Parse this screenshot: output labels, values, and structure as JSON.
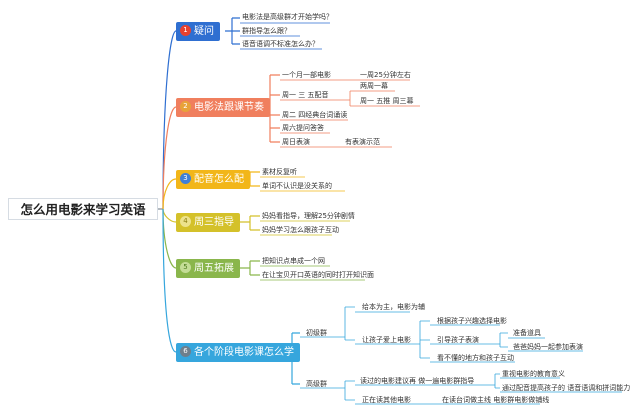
{
  "root": "怎么用电影来学习英语",
  "b1": {
    "num": "1",
    "label": "疑问",
    "color": "#2f6fd1"
  },
  "b2": {
    "num": "2",
    "label": "电影法跟课节奏",
    "color": "#f07f5e"
  },
  "b3": {
    "num": "3",
    "label": "配音怎么配",
    "color": "#f2b619"
  },
  "b4": {
    "num": "4",
    "label": "周三指导",
    "color": "#d4c12a"
  },
  "b5": {
    "num": "5",
    "label": "周五拓展",
    "color": "#8ab64c"
  },
  "b6": {
    "num": "6",
    "label": "各个阶段电影课怎么学",
    "color": "#36a6dd"
  },
  "q1": "电影法是高级群才开始学吗？",
  "q2": "群指导怎么跟？",
  "q3": "语音语调不标准怎么办？",
  "r1": "一个月一部电影",
  "r1a": "一周25分钟左右",
  "r2": "周一 三 五配音",
  "r2a": "两周一幕",
  "r2b": "周一 五推 周三幕",
  "r3": "周二 四经典台词诵读",
  "r4": "周六提问答答",
  "r5": "周日表演",
  "r5a": "有表演示范",
  "p1": "素材反复听",
  "p2": "单词不认识是没关系的",
  "w1": "妈妈看指导，理解25分钟剧情",
  "w2": "妈妈学习怎么跟孩子互动",
  "f1": "把知识点串成一个网",
  "f2": "在让宝贝开口英语的同时打开知识面",
  "s1": "初级群",
  "s1a": "给本为主，电影为辅",
  "s1b": "让孩子爱上电影",
  "s1b1": "根据孩子兴趣选择电影",
  "s1b2": "引导孩子表演",
  "s1b2a": "准备道具",
  "s1b2b": "爸爸妈妈一起参加表演",
  "s1b3": "看不懂的地方和孩子互动",
  "s2": "高级群",
  "s2a": "读过的电影建议再 做一遍电影群指导",
  "s2a1": "重视电影的教育意义",
  "s2a2": "通过配音提高孩子的 语音语调和拼词能力",
  "s2b": "正在读其他电影",
  "s2b1": "在读台词做主线 电影群电影做铺线"
}
